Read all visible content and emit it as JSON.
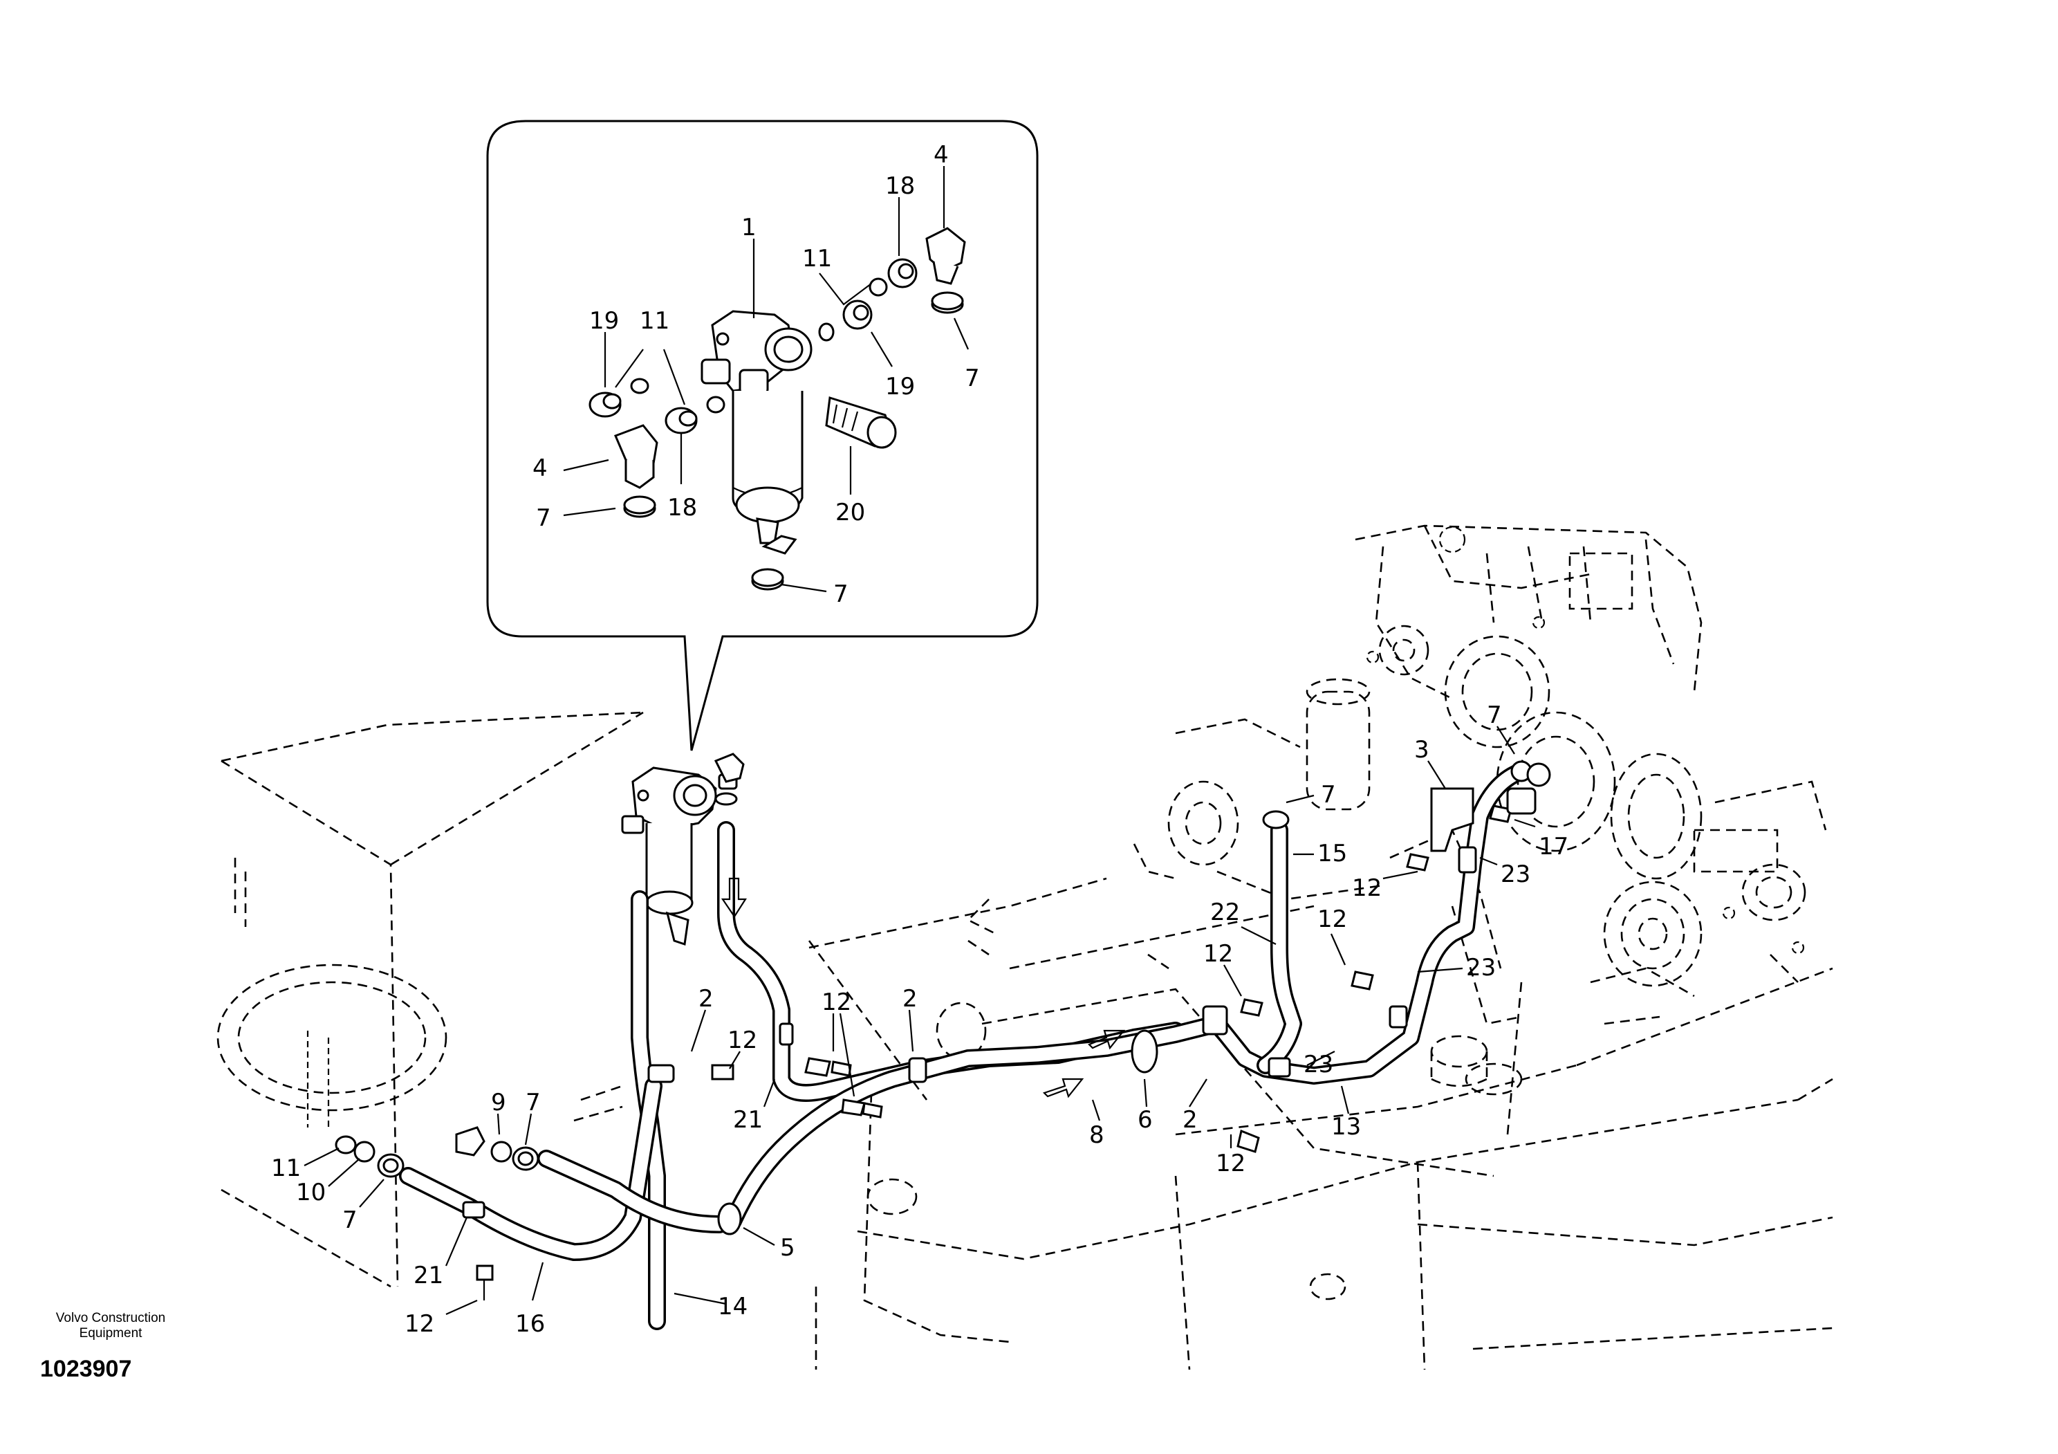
{
  "brand": {
    "line1": "Volvo Construction",
    "line2": "Equipment"
  },
  "document_number": "1023907",
  "callouts": {
    "detail": {
      "c1": "1",
      "c4a": "4",
      "c18a": "18",
      "c11a": "11",
      "c19a": "19",
      "c7a": "7",
      "c11b": "11",
      "c19b": "19",
      "c4b": "4",
      "c18b": "18",
      "c7b": "7",
      "c20": "20",
      "c7c": "7"
    },
    "main": {
      "c3": "3",
      "c7d": "7",
      "c7e": "7",
      "c15": "15",
      "c17": "17",
      "c12a": "12",
      "c23a": "23",
      "c22": "22",
      "c12b": "12",
      "c12c": "12",
      "c23b": "23",
      "c23c": "23",
      "c2a": "2",
      "c12d": "12",
      "c12e": "12",
      "c2b": "2",
      "c21a": "21",
      "c8": "8",
      "c6": "6",
      "c2c": "2",
      "c13": "13",
      "c12f": "12",
      "c9": "9",
      "c7f": "7",
      "c11c": "11",
      "c10": "10",
      "c7g": "7",
      "c21b": "21",
      "c5": "5",
      "c14": "14",
      "c12g": "12",
      "c16": "16"
    }
  }
}
